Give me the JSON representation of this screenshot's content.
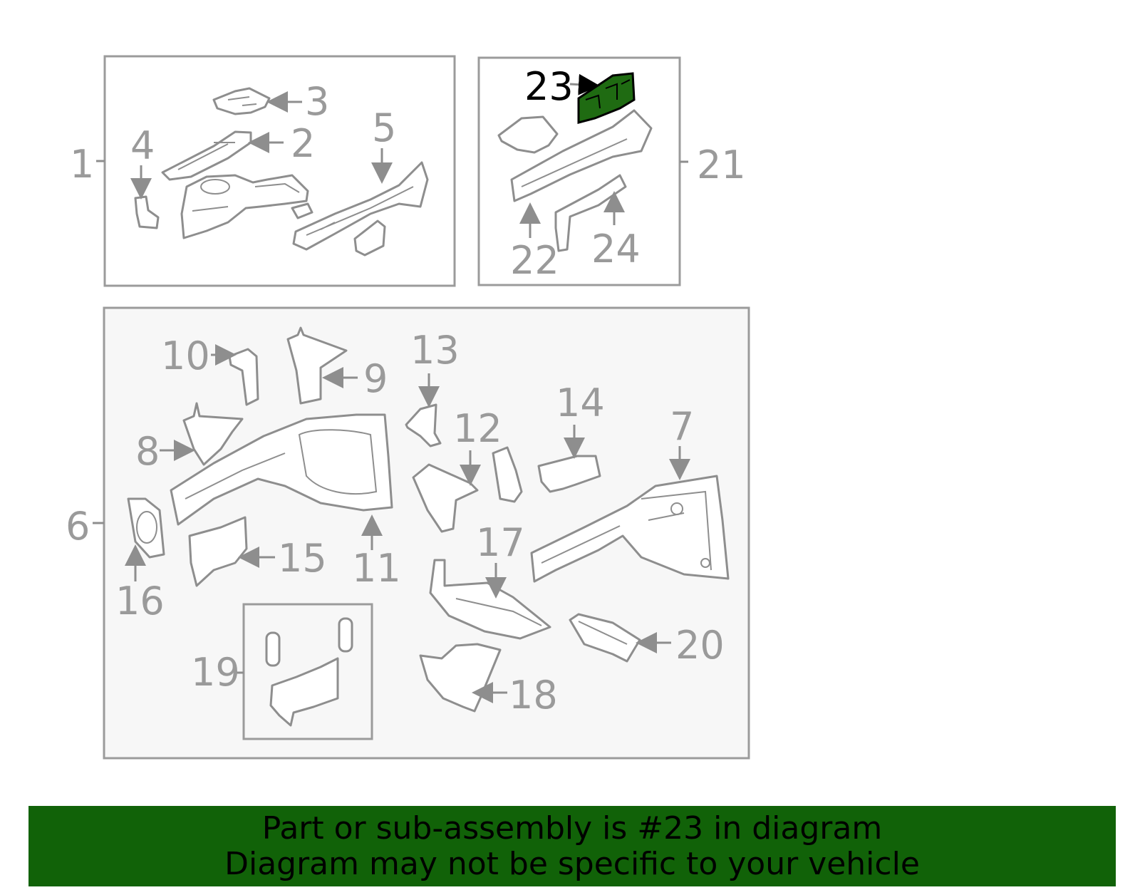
{
  "diagram": {
    "labels": {
      "n1": "1",
      "n2": "2",
      "n3": "3",
      "n4": "4",
      "n5": "5",
      "n6": "6",
      "n7": "7",
      "n8": "8",
      "n9": "9",
      "n10": "10",
      "n11": "11",
      "n12": "12",
      "n13": "13",
      "n14": "14",
      "n15": "15",
      "n16": "16",
      "n17": "17",
      "n18": "18",
      "n19": "19",
      "n20": "20",
      "n21": "21",
      "n22": "22",
      "n23": "23",
      "n24": "24"
    },
    "highlighted_part": "23",
    "colors": {
      "highlight_fill": "#1f6b12",
      "line_gray": "#9a9a9a",
      "banner_bg": "#116208"
    }
  },
  "banner": {
    "line1": "Part or sub-assembly is #23 in diagram",
    "line2": "Diagram may not be specific to your vehicle"
  }
}
